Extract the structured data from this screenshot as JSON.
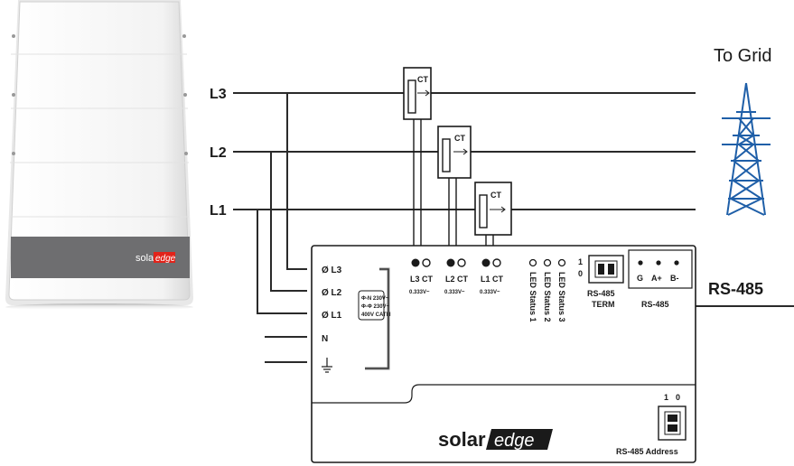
{
  "lines": {
    "l3": "L3",
    "l2": "L2",
    "l1": "L1"
  },
  "ct_sensor_label": "CT",
  "to_grid": "To Grid",
  "rs485_side": "RS-485",
  "meter": {
    "terminals": [
      "Ø L3",
      "Ø L2",
      "Ø L1",
      "N"
    ],
    "voltage_box": [
      "Φ-N 230V~",
      "Φ-Φ 230V~",
      "400V CATIII"
    ],
    "ct_ports": [
      {
        "label": "L3 CT",
        "rating": "0.333V~"
      },
      {
        "label": "L2 CT",
        "rating": "0.333V~"
      },
      {
        "label": "L1 CT",
        "rating": "0.333V~"
      }
    ],
    "led_status": [
      "LED Status 1",
      "LED Status 2",
      "LED Status 3"
    ],
    "term_switch": {
      "top": "1",
      "bottom": "0",
      "label1": "RS-485",
      "label2": "TERM"
    },
    "rs485_terminals": [
      "G",
      "A+",
      "B-"
    ],
    "rs485_label": "RS-485",
    "address_switch": {
      "one": "1",
      "zero": "0",
      "label": "RS-485 Address"
    },
    "brand_left": "solar",
    "brand_right": "edge"
  },
  "inverter": {
    "brand_left": "solar",
    "brand_right": "edge"
  },
  "colors": {
    "brand_red": "#e2231a",
    "tower_blue": "#1f5fa8",
    "inverter_band": "#6e6e70"
  }
}
